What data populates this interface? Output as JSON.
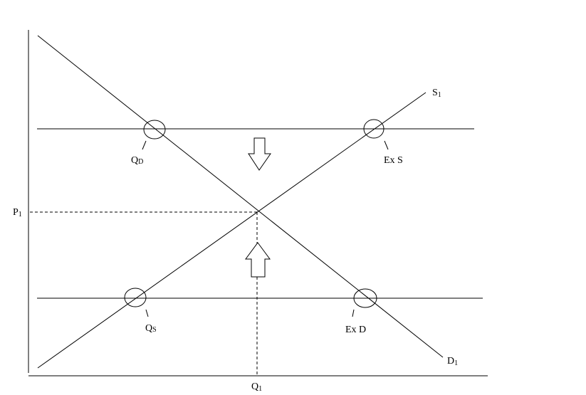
{
  "labels": {
    "supply_main": "S",
    "supply_sub": "1",
    "demand_main": "D",
    "demand_sub": "1",
    "price_main": "P",
    "price_sub": "1",
    "quantity_main": "Q",
    "quantity_sub": "1",
    "qd_main": "Q",
    "qd_sub": "D",
    "qs_main": "Q",
    "qs_sub": "S",
    "excess_supply": "Ex S",
    "excess_demand": "Ex D"
  }
}
